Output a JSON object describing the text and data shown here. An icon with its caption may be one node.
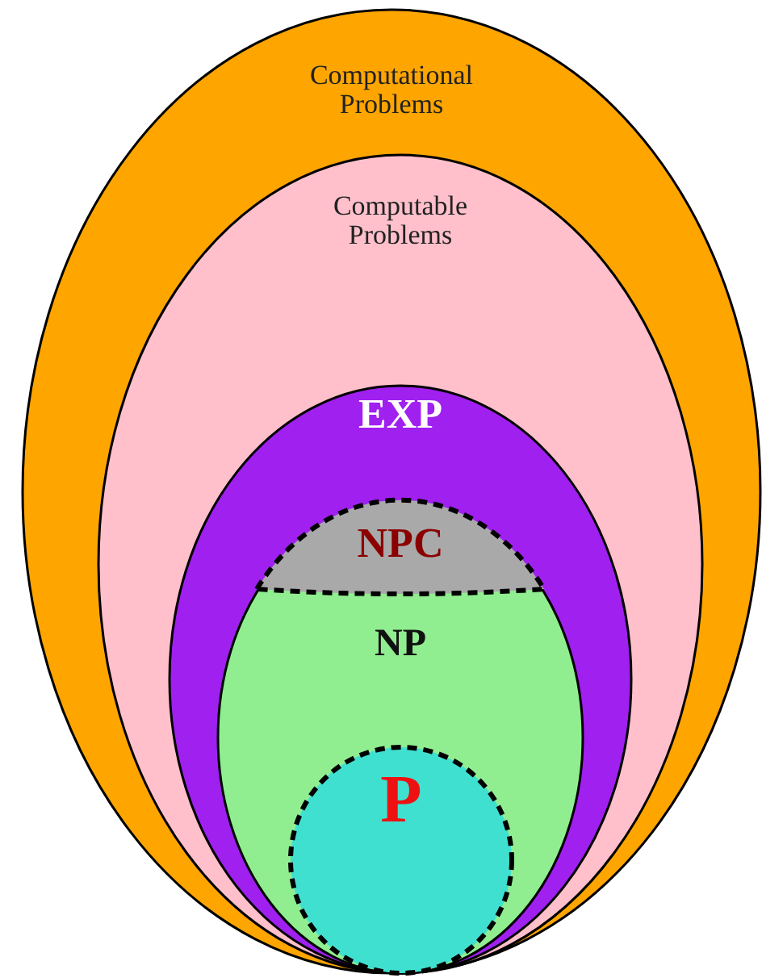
{
  "diagram": {
    "nodes": [
      {
        "text": [
          "Computational Problems"
        ]
      },
      {
        "text": [
          "Computable Problems"
        ],
        "in": 0
      },
      {
        "text": [
          "EXP"
        ],
        "in": 1
      },
      {
        "text": [
          "NP"
        ],
        "in": 2
      },
      {
        "text": [
          "NPC"
        ],
        "in": 3
      },
      {
        "text": [
          "P"
        ],
        "in": 3
      }
    ]
  }
}
